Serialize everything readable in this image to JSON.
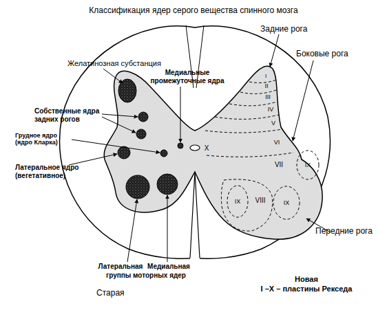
{
  "diagram": {
    "title": "Классификация ядер серого вещества спинного мозга",
    "nodes": [
      {
        "text": [
          "IX"
        ]
      },
      {
        "text": [
          "IX"
        ]
      },
      {
        "text": [
          "IX"
        ]
      }
    ],
    "labels": [
      "Желатинозная субстанция",
      "Медиальные промежуточные ядра",
      "Задние рога",
      "Боковые рога",
      "Собственные ядра задних рогов",
      "Грудное ядро (ядро Кларка)",
      "Латеральное ядро (вегетативное)",
      "I",
      "II",
      "III",
      "IV",
      "V",
      "VI",
      "VII",
      "VIII",
      "X",
      "Передние рога",
      "Латеральная",
      "Медиальная",
      "группы моторных ядер",
      "Старая",
      "Новая",
      "I –X – пластины Рекседа"
    ]
  }
}
